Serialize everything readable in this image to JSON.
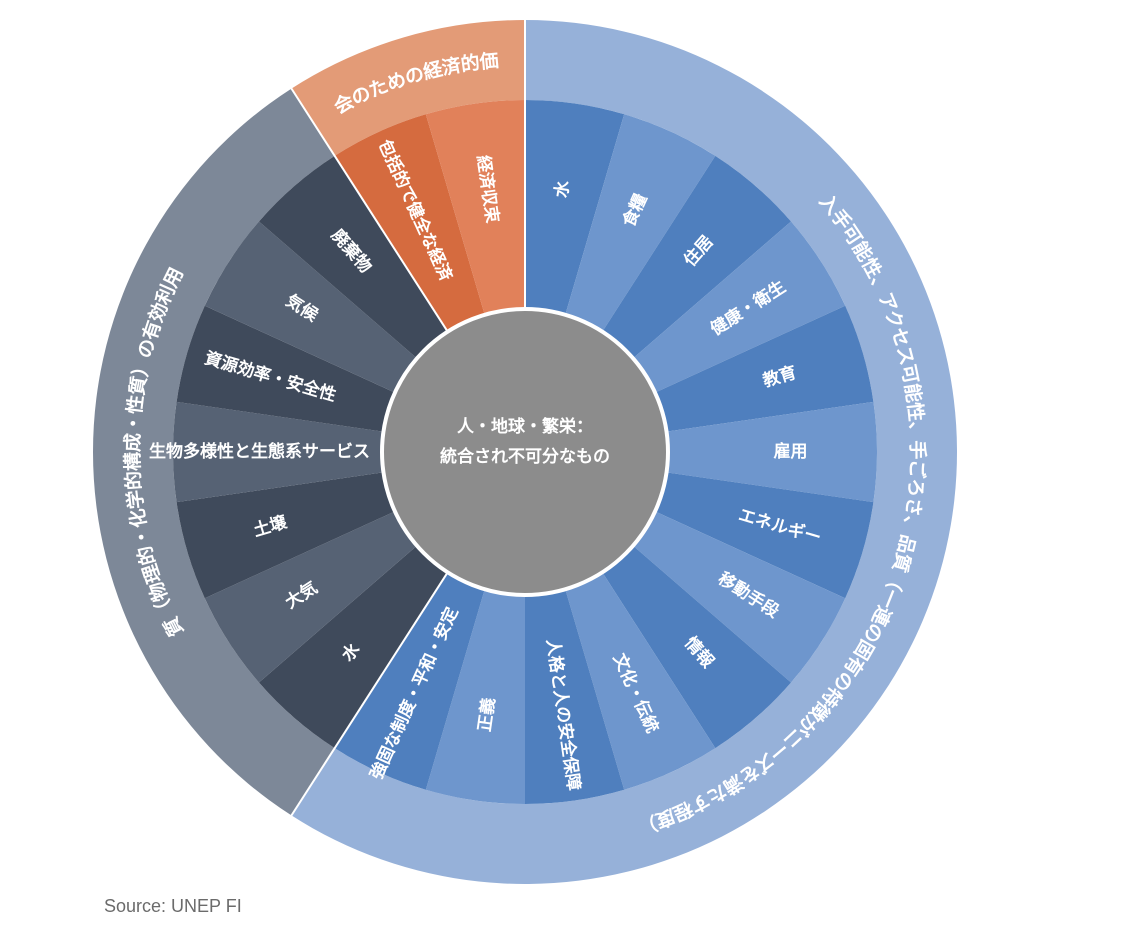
{
  "center": {
    "line1": "人・地球・繁栄：",
    "line2": "統合され不可分なもの"
  },
  "colors": {
    "blue_outer": "#96b1d9",
    "blue_dark": "#4f7fbe",
    "blue_light": "#6e96cd",
    "gray_outer": "#7d8898",
    "gray_dark": "#3f4a5b",
    "gray_light": "#566274",
    "orange_outer": "#e39b77",
    "orange_dark": "#d56b3f",
    "orange_light": "#e1815a",
    "center": "#8c8c8c"
  },
  "outer_groups": [
    {
      "key": "blue",
      "text": "入手可能性、アクセス可能性、手ごろさ、品質（一連の固有の特徴がニーズを満たす程度）"
    },
    {
      "key": "gray",
      "text": "質（物理的・化学的構成・性質）の有効利用"
    },
    {
      "key": "orange",
      "text": "人と社会のための経済的価値創造"
    }
  ],
  "segments": [
    {
      "label": "水",
      "group": "blue"
    },
    {
      "label": "食糧",
      "group": "blue"
    },
    {
      "label": "住居",
      "group": "blue"
    },
    {
      "label": "健康・衛生",
      "group": "blue"
    },
    {
      "label": "教育",
      "group": "blue"
    },
    {
      "label": "雇用",
      "group": "blue"
    },
    {
      "label": "エネルギー",
      "group": "blue"
    },
    {
      "label": "移動手段",
      "group": "blue"
    },
    {
      "label": "情報",
      "group": "blue"
    },
    {
      "label": "文化・伝統",
      "group": "blue"
    },
    {
      "label": "人格と人の安全保障",
      "group": "blue"
    },
    {
      "label": "正義",
      "group": "blue"
    },
    {
      "label": "強固な制度・平和・安定",
      "group": "blue"
    },
    {
      "label": "水",
      "group": "gray"
    },
    {
      "label": "大気",
      "group": "gray"
    },
    {
      "label": "土壌",
      "group": "gray"
    },
    {
      "label": "生物多様性と生態系サービス",
      "group": "gray"
    },
    {
      "label": "資源効率・安全性",
      "group": "gray"
    },
    {
      "label": "気候",
      "group": "gray"
    },
    {
      "label": "廃棄物",
      "group": "gray"
    },
    {
      "label": "包括的で健全な経済",
      "group": "orange"
    },
    {
      "label": "経済収束",
      "group": "orange"
    }
  ],
  "source": "Source: UNEP FI"
}
